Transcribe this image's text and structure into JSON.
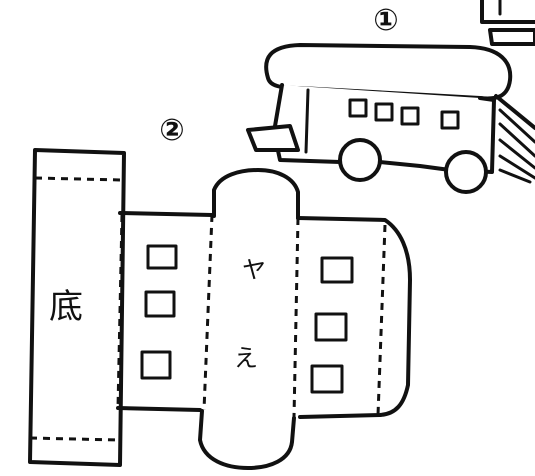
{
  "figure": {
    "label_1": "①",
    "label_2": "②",
    "bottom_label": "底",
    "mark_top": "ヤ",
    "mark_bottom": "え"
  },
  "colors": {
    "ink": "#111111",
    "paper": "#ffffff"
  },
  "icons": [
    "bus-icon",
    "building-corner-icon",
    "paper-net-diagram"
  ]
}
